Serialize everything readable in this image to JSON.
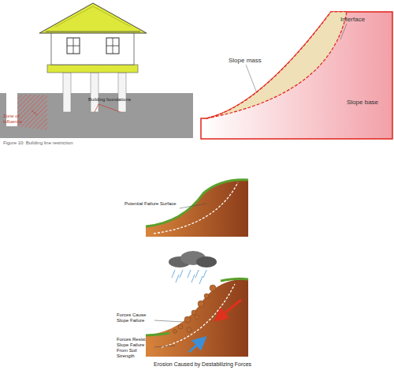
{
  "diagram": {
    "labels": [
      "Figure 10: Building line restriction",
      "Zone of influence",
      "Building foundations",
      "Slope mass",
      "Interface",
      "Slope base",
      "Potential Failure Surface",
      "Forces Cause Slope Failure",
      "Forces Resist Slope Failure From Soil Strength",
      "Erosion Caused by Destabilizing Forces"
    ]
  }
}
